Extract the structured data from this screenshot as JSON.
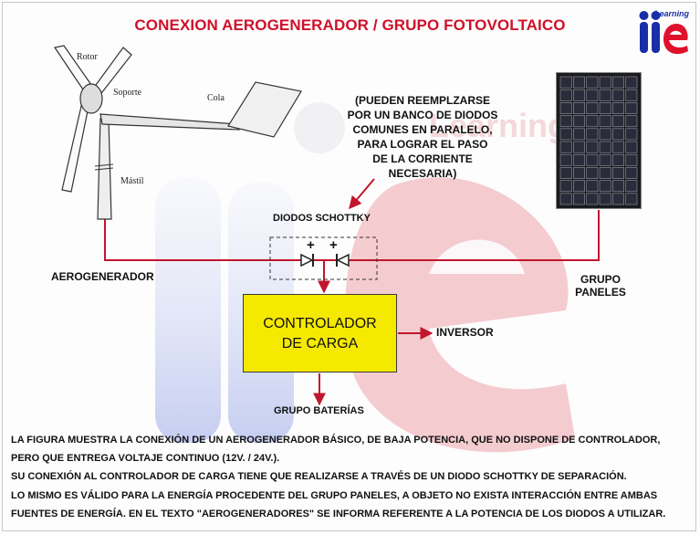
{
  "title": "CONEXION AEROGENERADOR / GRUPO FOTOVOLTAICO",
  "logo": {
    "letters": "iie",
    "word": "Learning"
  },
  "turbine": {
    "label": "AEROGENERADOR",
    "parts": {
      "rotor": "Rotor",
      "support": "Soporte",
      "tail": "Cola",
      "mast": "Mástil"
    }
  },
  "panels": {
    "label_line1": "GRUPO",
    "label_line2": "PANELES"
  },
  "note": [
    "(PUEDEN REEMPLZARSE",
    "POR UN BANCO DE DIODOS",
    "COMUNES EN PARALELO,",
    "PARA LOGRAR EL PASO",
    "DE LA CORRIENTE",
    "NECESARIA)"
  ],
  "diodes": {
    "label": "DIODOS SCHOTTKY",
    "plus": "+"
  },
  "controller": {
    "line1": "CONTROLADOR",
    "line2": "DE CARGA"
  },
  "inverter": "INVERSOR",
  "batteries": "GRUPO BATERÍAS",
  "description": [
    "LA FIGURA MUESTRA LA CONEXIÓN DE UN AEROGENERADOR BÁSICO, DE BAJA POTENCIA, QUE NO DISPONE DE CONTROLADOR,",
    "PERO QUE ENTREGA VOLTAJE CONTINUO (12V. / 24V.).",
    "SU CONEXIÓN AL CONTROLADOR DE CARGA TIENE QUE REALIZARSE A TRAVÉS DE UN DIODO SCHOTTKY DE SEPARACIÓN.",
    "LO MISMO ES VÁLIDO PARA LA ENERGÍA PROCEDENTE DEL GRUPO PANELES, A OBJETO NO EXISTA INTERACCIÓN ENTRE AMBAS",
    "FUENTES DE ENERGÍA.  EN EL TEXTO \"AEROGENERADORES\" SE INFORMA REFERENTE A LA POTENCIA DE LOS DIODOS A UTILIZAR."
  ],
  "colors": {
    "accent": "#d0102a",
    "wire": "#c0162e",
    "controller": "#f5e900",
    "logo_blue": "#1730a8"
  }
}
